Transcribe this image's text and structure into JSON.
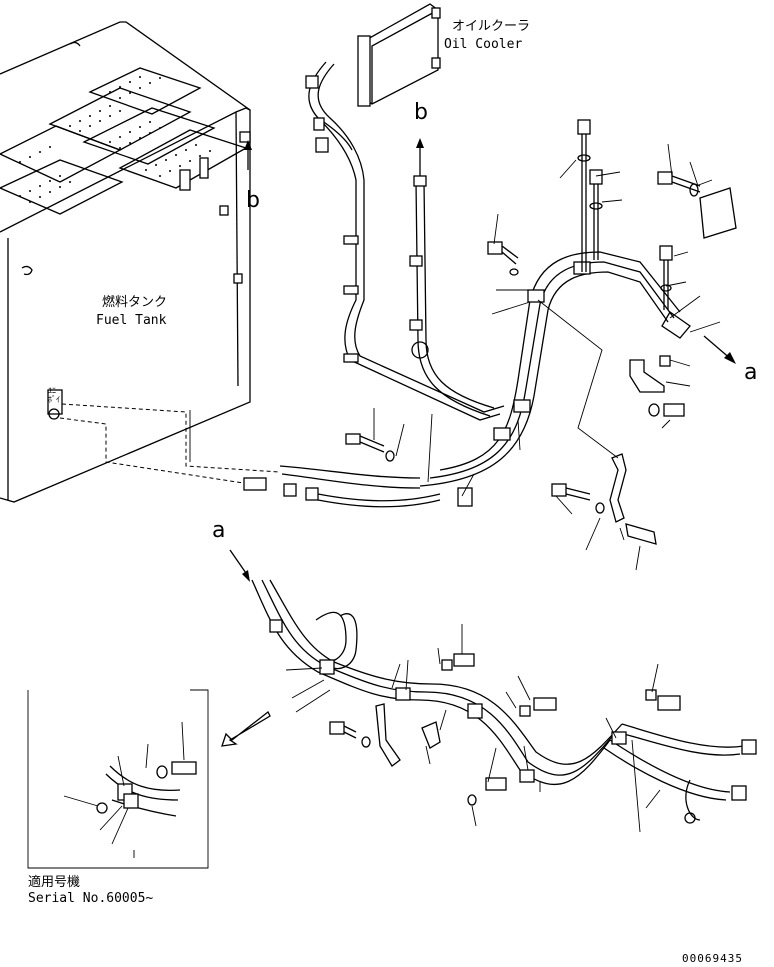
{
  "labels": {
    "oil_cooler_jp": "オイルクーラ",
    "oil_cooler_en": "Oil Cooler",
    "fuel_tank_jp": "燃料タンク",
    "fuel_tank_en": "Fuel Tank",
    "serial_jp": "適用号機",
    "serial_en": "Serial No.60005~",
    "drawing_number": "00069435"
  },
  "callouts": {
    "a_top": "a",
    "a_bottom": "a",
    "b_top": "b",
    "b_tank": "b"
  },
  "tank_port": "ﾕﾆ\nﾎﾞｲ"
}
